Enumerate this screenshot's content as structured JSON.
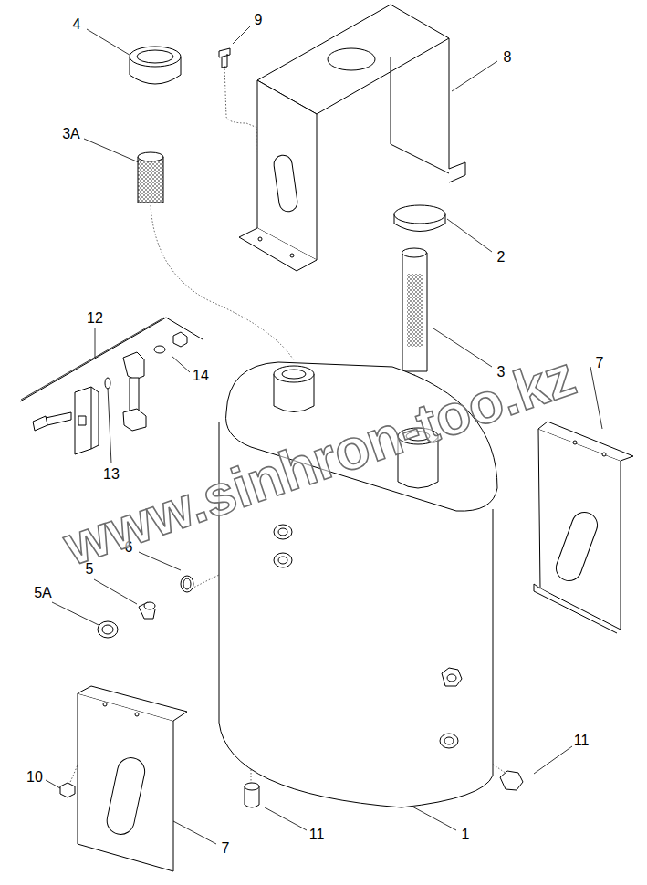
{
  "diagram": {
    "labels": [
      "4",
      "9",
      "8",
      "3A",
      "2",
      "12",
      "3",
      "7",
      "14",
      "13",
      "6",
      "5",
      "5A",
      "11",
      "10",
      "11",
      "7",
      "1",
      "www.sinhron-too.kz"
    ]
  }
}
